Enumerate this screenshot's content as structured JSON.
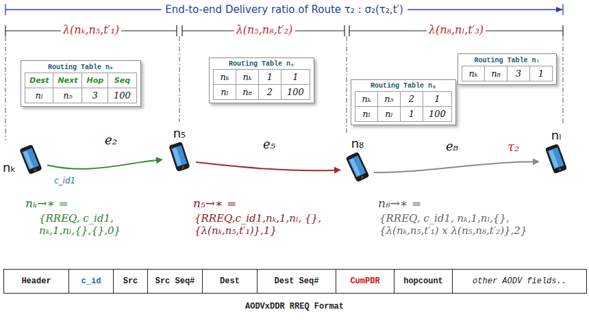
{
  "diagram": {
    "title": "End-to-end Delivery ratio of Route τ₂ : σ₂(τ₂,t′)",
    "caption": "AODVxDDR RREQ Format",
    "nodes": [
      {
        "text": [
          "Routing Table nₖ",
          "Dest",
          "Next",
          "Hop",
          "Seq",
          "nₗ",
          "n₅",
          "3",
          "100"
        ]
      },
      {
        "text": [
          "Routing Table n₅",
          "nₖ",
          "nₖ",
          "1",
          "1",
          "nₗ",
          "n₈",
          "2",
          "100"
        ]
      },
      {
        "text": [
          "Routing Table n₈",
          "nₖ",
          "n₅",
          "2",
          "1",
          "nₗ",
          "nₗ",
          "1",
          "100"
        ]
      },
      {
        "text": [
          "Routing Table nₗ",
          "nₖ",
          "n₈",
          "3",
          "1"
        ]
      },
      {
        "text": [
          "nₖ"
        ]
      },
      {
        "text": [
          "n₅"
        ]
      },
      {
        "text": [
          "n₈"
        ]
      },
      {
        "text": [
          "nₗ"
        ]
      },
      {
        "text": [
          "Header",
          "c_id",
          "Src",
          "Src Seq#",
          "Dest",
          "Dest Seq#",
          "CumPDR",
          "hopcount",
          "other AODV fields.."
        ]
      }
    ],
    "edges": [
      {
        "from": 4,
        "to": 5,
        "arrow": "to",
        "label": "e₂"
      },
      {
        "from": 5,
        "to": 6,
        "arrow": "to",
        "label": "e₅"
      },
      {
        "from": 6,
        "to": 7,
        "arrow": "to",
        "label": "e₈"
      }
    ],
    "labels": [
      "λ(nₖ,n₅,t′₁)",
      "λ(n₅,n₈,t′₂)",
      "λ(n₈,nₗ,t′₃)",
      "c_id1",
      "τ₂",
      "nₖ→∗ =",
      "{RREQ, c_id1, nₖ,1,nₗ,{},{},0}",
      "n₅→∗ =",
      "{RREQ,c_id1,nₖ,1,nₗ, {},{λ(nₖ,n₅,t′₁)},1}",
      "n₈→∗ =",
      "{RREQ, c_id1, nₖ,1,nₗ,{}, {λ(nₖ,n₅,t′₁) x λ(n₅,n₈,t′₂)},2}"
    ]
  }
}
